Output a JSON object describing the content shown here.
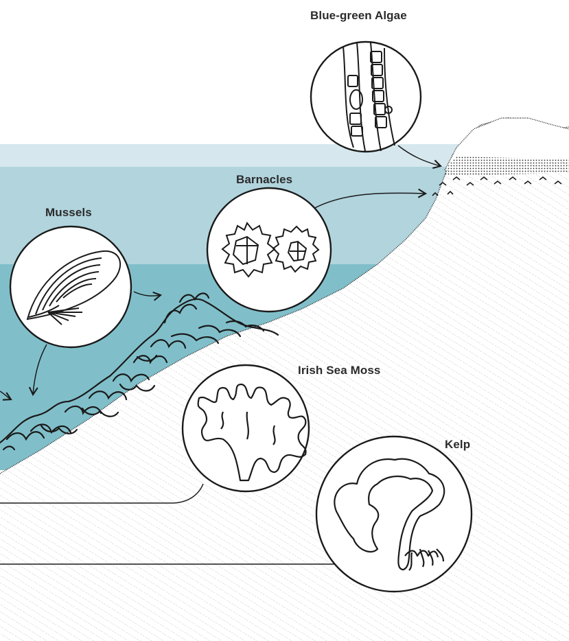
{
  "labels": {
    "blue_green_algae": "Blue-green Algae",
    "barnacles": "Barnacles",
    "mussels": "Mussels",
    "irish_sea_moss": "Irish Sea Moss",
    "kelp": "Kelp"
  },
  "colors": {
    "water_band_1": "#d6e8ee",
    "water_band_2": "#b1d4dd",
    "water_band_3": "#80bfca",
    "outline": "#1a1a1a",
    "rock_hatch": "#c4c4c4",
    "label_text": "#2b2b2b"
  },
  "icons": [
    "blue-green-algae-icon",
    "barnacles-icon",
    "mussels-icon",
    "irish-sea-moss-icon",
    "kelp-icon"
  ]
}
